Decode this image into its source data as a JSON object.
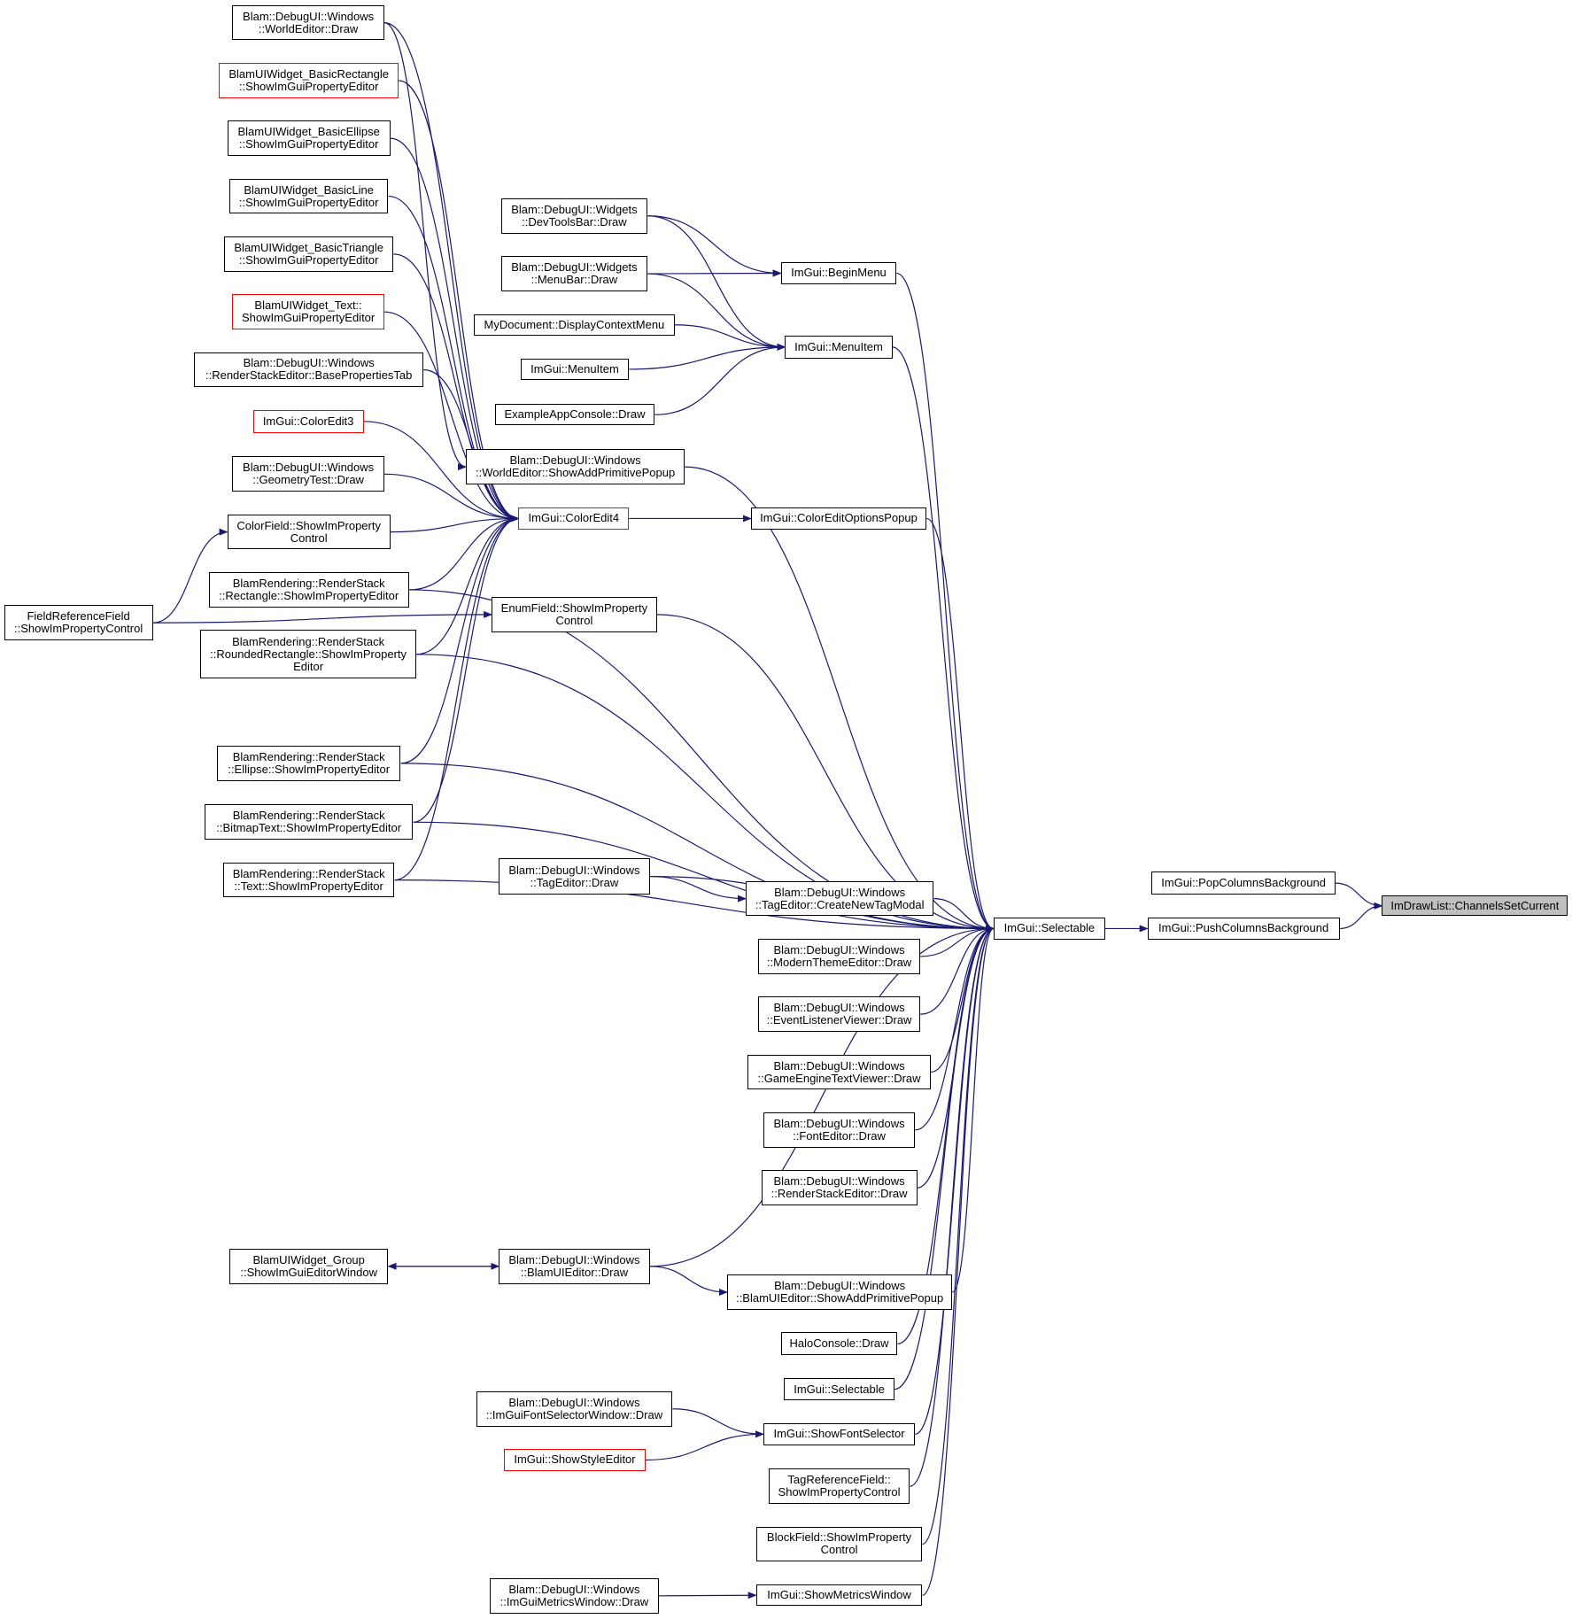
{
  "colors": {
    "edge": "#191970",
    "border": "#000000",
    "highlight_border": "#ff0000",
    "target_fill": "#bfbfbf"
  },
  "nodes": [
    {
      "id": "n_channels",
      "label": "ImDrawList::ChannelsSetCurrent",
      "style": "target"
    },
    {
      "id": "n_popcols",
      "label": "ImGui::PopColumnsBackground"
    },
    {
      "id": "n_pushcols",
      "label": "ImGui::PushColumnsBackground"
    },
    {
      "id": "n_selectable",
      "label": "ImGui::Selectable"
    },
    {
      "id": "n_beginmenu",
      "label": "ImGui::BeginMenu"
    },
    {
      "id": "n_menuitem",
      "label": "ImGui::MenuItem"
    },
    {
      "id": "n_coloredit4",
      "label": "ImGui::ColorEdit4",
      "style": "red"
    },
    {
      "id": "n_colorpopup",
      "label": "ImGui::ColorEditOptionsPopup"
    },
    {
      "id": "n_devtools",
      "label": "Blam::DebugUI::Widgets\n::DevToolsBar::Draw"
    },
    {
      "id": "n_menubar",
      "label": "Blam::DebugUI::Widgets\n::MenuBar::Draw"
    },
    {
      "id": "n_mydoc",
      "label": "MyDocument::DisplayContextMenu"
    },
    {
      "id": "n_menuitem2",
      "label": "ImGui::MenuItem"
    },
    {
      "id": "n_appconsole",
      "label": "ExampleAppConsole::Draw"
    },
    {
      "id": "n_weaddprim",
      "label": "Blam::DebugUI::Windows\n::WorldEditor::ShowAddPrimitivePopup"
    },
    {
      "id": "n_enumfield",
      "label": "EnumField::ShowImProperty\nControl"
    },
    {
      "id": "n_tageditor",
      "label": "Blam::DebugUI::Windows\n::TagEditor::Draw"
    },
    {
      "id": "n_createtag",
      "label": "Blam::DebugUI::Windows\n::TagEditor::CreateNewTagModal"
    },
    {
      "id": "n_modern",
      "label": "Blam::DebugUI::Windows\n::ModernThemeEditor::Draw"
    },
    {
      "id": "n_eventlistener",
      "label": "Blam::DebugUI::Windows\n::EventListenerViewer::Draw"
    },
    {
      "id": "n_gameenginetext",
      "label": "Blam::DebugUI::Windows\n::GameEngineTextViewer::Draw"
    },
    {
      "id": "n_fonteditor",
      "label": "Blam::DebugUI::Windows\n::FontEditor::Draw"
    },
    {
      "id": "n_rseditor",
      "label": "Blam::DebugUI::Windows\n::RenderStackEditor::Draw"
    },
    {
      "id": "n_blamuieditor",
      "label": "Blam::DebugUI::Windows\n::BlamUIEditor::Draw"
    },
    {
      "id": "n_bueaddprim",
      "label": "Blam::DebugUI::Windows\n::BlamUIEditor::ShowAddPrimitivePopup"
    },
    {
      "id": "n_haloconsole",
      "label": "HaloConsole::Draw"
    },
    {
      "id": "n_selectable2",
      "label": "ImGui::Selectable"
    },
    {
      "id": "n_fontselector",
      "label": "ImGui::ShowFontSelector"
    },
    {
      "id": "n_tagreffield",
      "label": "TagReferenceField::\nShowImPropertyControl"
    },
    {
      "id": "n_blockfield",
      "label": "BlockField::ShowImProperty\nControl"
    },
    {
      "id": "n_metricswin",
      "label": "ImGui::ShowMetricsWindow"
    },
    {
      "id": "n_fontselwin",
      "label": "Blam::DebugUI::Windows\n::ImGuiFontSelectorWindow::Draw"
    },
    {
      "id": "n_styleeditor",
      "label": "ImGui::ShowStyleEditor",
      "style": "red"
    },
    {
      "id": "n_metricsdraw",
      "label": "Blam::DebugUI::Windows\n::ImGuiMetricsWindow::Draw"
    },
    {
      "id": "n_uigroup",
      "label": "BlamUIWidget_Group\n::ShowImGuiEditorWindow"
    },
    {
      "id": "n_weditor",
      "label": "Blam::DebugUI::Windows\n::WorldEditor::Draw"
    },
    {
      "id": "n_basicrect",
      "label": "BlamUIWidget_BasicRectangle\n::ShowImGuiPropertyEditor",
      "style": "red"
    },
    {
      "id": "n_basicellipse",
      "label": "BlamUIWidget_BasicEllipse\n::ShowImGuiPropertyEditor"
    },
    {
      "id": "n_basicline",
      "label": "BlamUIWidget_BasicLine\n::ShowImGuiPropertyEditor"
    },
    {
      "id": "n_basictri",
      "label": "BlamUIWidget_BasicTriangle\n::ShowImGuiPropertyEditor"
    },
    {
      "id": "n_uitext",
      "label": "BlamUIWidget_Text::\nShowImGuiPropertyEditor",
      "style": "red"
    },
    {
      "id": "n_rsebase",
      "label": "Blam::DebugUI::Windows\n::RenderStackEditor::BasePropertiesTab"
    },
    {
      "id": "n_coloredit3",
      "label": "ImGui::ColorEdit3",
      "style": "red"
    },
    {
      "id": "n_geomtest",
      "label": "Blam::DebugUI::Windows\n::GeometryTest::Draw"
    },
    {
      "id": "n_colorfield",
      "label": "ColorField::ShowImProperty\nControl"
    },
    {
      "id": "n_rsrect",
      "label": "BlamRendering::RenderStack\n::Rectangle::ShowImPropertyEditor"
    },
    {
      "id": "n_rsround",
      "label": "BlamRendering::RenderStack\n::RoundedRectangle::ShowImProperty\nEditor"
    },
    {
      "id": "n_rsellipse",
      "label": "BlamRendering::RenderStack\n::Ellipse::ShowImPropertyEditor"
    },
    {
      "id": "n_rsbitmap",
      "label": "BlamRendering::RenderStack\n::BitmapText::ShowImPropertyEditor"
    },
    {
      "id": "n_rstext",
      "label": "BlamRendering::RenderStack\n::Text::ShowImPropertyEditor"
    },
    {
      "id": "n_fieldref",
      "label": "FieldReferenceField\n::ShowImPropertyControl"
    }
  ],
  "edges": [
    {
      "from": "n_popcols",
      "to": "n_channels"
    },
    {
      "from": "n_pushcols",
      "to": "n_channels"
    },
    {
      "from": "n_selectable",
      "to": "n_pushcols"
    },
    {
      "from": "n_beginmenu",
      "to": "n_selectable"
    },
    {
      "from": "n_menuitem",
      "to": "n_selectable"
    },
    {
      "from": "n_colorpopup",
      "to": "n_selectable"
    },
    {
      "from": "n_weaddprim",
      "to": "n_selectable"
    },
    {
      "from": "n_enumfield",
      "to": "n_selectable"
    },
    {
      "from": "n_tageditor",
      "to": "n_selectable"
    },
    {
      "from": "n_createtag",
      "to": "n_selectable"
    },
    {
      "from": "n_modern",
      "to": "n_selectable"
    },
    {
      "from": "n_eventlistener",
      "to": "n_selectable"
    },
    {
      "from": "n_gameenginetext",
      "to": "n_selectable"
    },
    {
      "from": "n_fonteditor",
      "to": "n_selectable"
    },
    {
      "from": "n_rseditor",
      "to": "n_selectable"
    },
    {
      "from": "n_blamuieditor",
      "to": "n_selectable"
    },
    {
      "from": "n_bueaddprim",
      "to": "n_selectable"
    },
    {
      "from": "n_haloconsole",
      "to": "n_selectable"
    },
    {
      "from": "n_selectable2",
      "to": "n_selectable"
    },
    {
      "from": "n_fontselector",
      "to": "n_selectable"
    },
    {
      "from": "n_tagreffield",
      "to": "n_selectable"
    },
    {
      "from": "n_blockfield",
      "to": "n_selectable"
    },
    {
      "from": "n_metricswin",
      "to": "n_selectable"
    },
    {
      "from": "n_rsrect",
      "to": "n_selectable"
    },
    {
      "from": "n_rsround",
      "to": "n_selectable"
    },
    {
      "from": "n_rsellipse",
      "to": "n_selectable"
    },
    {
      "from": "n_rsbitmap",
      "to": "n_selectable"
    },
    {
      "from": "n_rstext",
      "to": "n_selectable"
    },
    {
      "from": "n_devtools",
      "to": "n_beginmenu"
    },
    {
      "from": "n_menubar",
      "to": "n_beginmenu"
    },
    {
      "from": "n_devtools",
      "to": "n_menuitem"
    },
    {
      "from": "n_menubar",
      "to": "n_menuitem"
    },
    {
      "from": "n_mydoc",
      "to": "n_menuitem"
    },
    {
      "from": "n_menuitem2",
      "to": "n_menuitem"
    },
    {
      "from": "n_appconsole",
      "to": "n_menuitem"
    },
    {
      "from": "n_coloredit4",
      "to": "n_colorpopup"
    },
    {
      "from": "n_weditor",
      "to": "n_coloredit4"
    },
    {
      "from": "n_basicrect",
      "to": "n_coloredit4"
    },
    {
      "from": "n_basicellipse",
      "to": "n_coloredit4"
    },
    {
      "from": "n_basicline",
      "to": "n_coloredit4"
    },
    {
      "from": "n_basictri",
      "to": "n_coloredit4"
    },
    {
      "from": "n_uitext",
      "to": "n_coloredit4"
    },
    {
      "from": "n_rsebase",
      "to": "n_coloredit4"
    },
    {
      "from": "n_coloredit3",
      "to": "n_coloredit4"
    },
    {
      "from": "n_geomtest",
      "to": "n_coloredit4"
    },
    {
      "from": "n_colorfield",
      "to": "n_coloredit4"
    },
    {
      "from": "n_rsrect",
      "to": "n_coloredit4"
    },
    {
      "from": "n_rsround",
      "to": "n_coloredit4"
    },
    {
      "from": "n_rsellipse",
      "to": "n_coloredit4"
    },
    {
      "from": "n_rsbitmap",
      "to": "n_coloredit4"
    },
    {
      "from": "n_rstext",
      "to": "n_coloredit4"
    },
    {
      "from": "n_weditor",
      "to": "n_weaddprim"
    },
    {
      "from": "n_fieldref",
      "to": "n_colorfield"
    },
    {
      "from": "n_fieldref",
      "to": "n_enumfield"
    },
    {
      "from": "n_tageditor",
      "to": "n_createtag"
    },
    {
      "from": "n_blamuieditor",
      "to": "n_bueaddprim"
    },
    {
      "from": "n_blamuieditor",
      "to": "n_uigroup"
    },
    {
      "from": "n_uigroup",
      "to": "n_blamuieditor"
    },
    {
      "from": "n_fontselwin",
      "to": "n_fontselector"
    },
    {
      "from": "n_styleeditor",
      "to": "n_fontselector"
    },
    {
      "from": "n_metricsdraw",
      "to": "n_metricswin"
    }
  ]
}
